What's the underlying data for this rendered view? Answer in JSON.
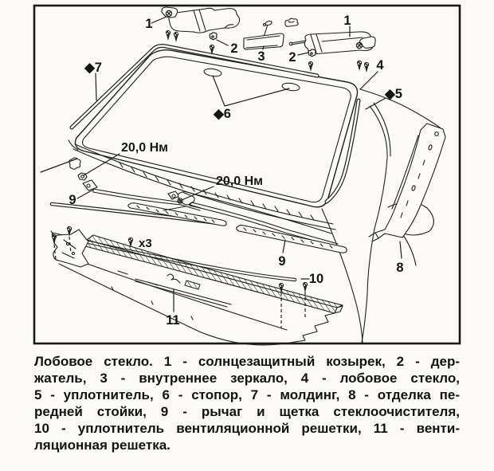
{
  "diagram": {
    "callouts": {
      "visor_left": "1",
      "visor_right": "1",
      "holder_left": "2",
      "holder_right": "2",
      "mirror": "3",
      "windshield": "4",
      "seal": "◆5",
      "stopper": "◆6",
      "molding": "◆7",
      "pillar_trim": "8",
      "wiper_left": "9",
      "wiper_right": "9",
      "cowl_seal": "10",
      "vent_grille": "11"
    },
    "annotations": {
      "torque_upper": "20,0 Нм",
      "torque_lower": "20,0 Нм",
      "screw_count": "x3"
    }
  },
  "caption": {
    "lines": [
      "Лобовое стекло. 1 - солнцезащитный козырек, 2 - дер-",
      "жатель, 3 - внутреннее зеркало, 4 - лобовое стекло,",
      "5 - уплотнитель, 6 - стопор, 7 - молдинг, 8 - отделка пе-",
      "редней стойки, 9 - рычаг и щетка стеклоочистителя,",
      "10 - уплотнитель вентиляционной решетки, 11 - венти-",
      "ляционная решетка."
    ]
  },
  "colors": {
    "ink": "#1f1f1f",
    "paper": "#fbfaf7"
  }
}
